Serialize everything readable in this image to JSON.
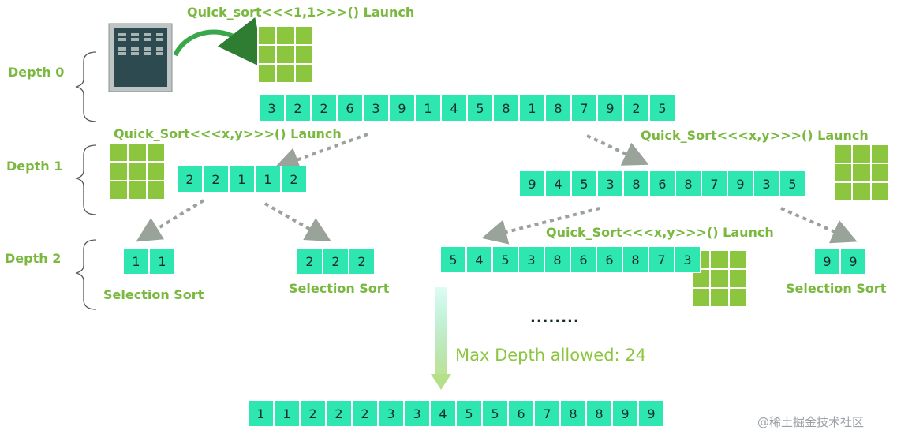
{
  "labels": {
    "launch_top": "Quick_sort<<<1,1>>>() Launch",
    "launch_left": "Quick_Sort<<<x,y>>>() Launch",
    "launch_right": "Quick_Sort<<<x,y>>>() Launch",
    "launch_mid": "Quick_Sort<<<x,y>>>() Launch",
    "selection_1": "Selection Sort",
    "selection_2": "Selection Sort",
    "selection_3": "Selection Sort",
    "max_depth": "Max Depth allowed: 24",
    "ellipsis": "........"
  },
  "depths": [
    "Depth 0",
    "Depth 1",
    "Depth 2"
  ],
  "arrays": {
    "root": [
      3,
      2,
      2,
      6,
      3,
      9,
      1,
      4,
      5,
      8,
      1,
      8,
      7,
      9,
      2,
      5
    ],
    "depth1_left": [
      2,
      2,
      1,
      1,
      2
    ],
    "depth1_right": [
      9,
      4,
      5,
      3,
      8,
      6,
      8,
      7,
      9,
      3,
      5
    ],
    "depth2_a": [
      1,
      1
    ],
    "depth2_b": [
      2,
      2,
      2
    ],
    "depth2_c": [
      5,
      4,
      5,
      3,
      8,
      6,
      6,
      8,
      7,
      3
    ],
    "depth2_d": [
      9,
      9
    ],
    "sorted": [
      1,
      1,
      2,
      2,
      2,
      3,
      3,
      4,
      5,
      5,
      6,
      7,
      8,
      8,
      9,
      9
    ]
  },
  "watermark": "@稀土掘金技术社区",
  "colors": {
    "cell": "#2de6b0",
    "grid": "#8cc63f",
    "label": "#7ab840",
    "arrow": "#9aa39a"
  },
  "icons": {
    "gpu": "gpu-chip-icon",
    "grid": "thread-grid-icon"
  }
}
